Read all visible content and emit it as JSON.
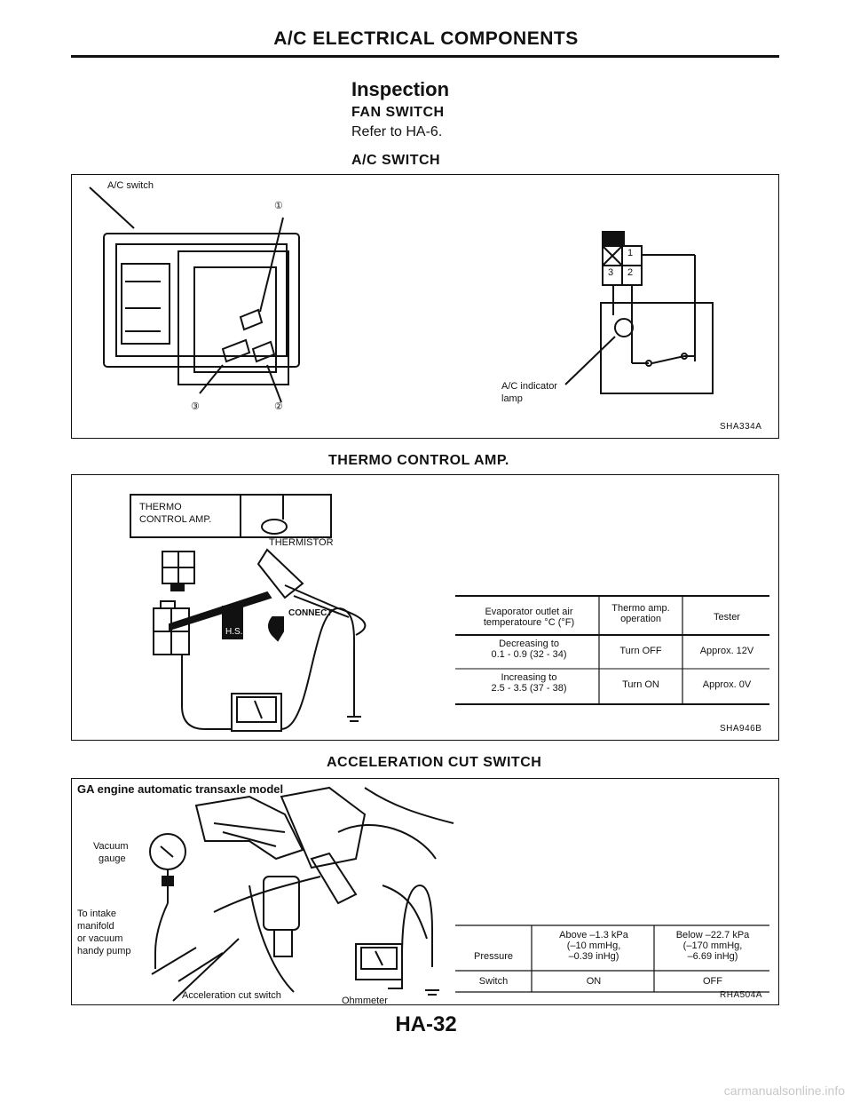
{
  "page": {
    "header": "A/C ELECTRICAL COMPONENTS",
    "section_title": "Inspection",
    "fan_switch": {
      "title": "FAN SWITCH",
      "text": "Refer to HA-6."
    },
    "ac_switch": {
      "title": "A/C SWITCH",
      "label_switch": "A/C switch",
      "pin1": "①",
      "pin2": "②",
      "pin3": "③",
      "conn1": "1",
      "conn2": "2",
      "conn3": "3",
      "label_indicator": "A/C indicator",
      "label_lamp": "lamp",
      "code": "SHA334A"
    },
    "thermo": {
      "title": "THERMO CONTROL AMP.",
      "label_amp_1": "THERMO",
      "label_amp_2": "CONTROL AMP.",
      "label_thermistor": "THERMISTOR",
      "connect": "CONNECT",
      "hs": "H.S.",
      "table": {
        "h1": "Evaporator outlet air",
        "h1b": "temperatoure °C (°F)",
        "h2": "Thermo amp.",
        "h2b": "operation",
        "h3": "Tester",
        "r1c1": "Decreasing to",
        "r1c1b": "0.1 - 0.9 (32 - 34)",
        "r1c2": "Turn OFF",
        "r1c3": "Approx. 12V",
        "r2c1": "Increasing to",
        "r2c1b": "2.5 - 3.5 (37 - 38)",
        "r2c2": "Turn ON",
        "r2c3": "Approx. 0V"
      },
      "code": "SHA946B"
    },
    "accel": {
      "title": "ACCELERATION CUT SWITCH",
      "model": "GA engine automatic transaxle model",
      "label_vacuum": "Vacuum",
      "label_gauge": "gauge",
      "label_intake_1": "To intake",
      "label_intake_2": "manifold",
      "label_intake_3": "or vacuum",
      "label_intake_4": "handy pump",
      "label_cutswitch": "Acceleration cut switch",
      "label_ohmmeter": "Ohmmeter",
      "table": {
        "pressure": "Pressure",
        "p1a": "Above –1.3 kPa",
        "p1b": "(–10 mmHg,",
        "p1c": "–0.39 inHg)",
        "p2a": "Below –22.7 kPa",
        "p2b": "(–170 mmHg,",
        "p2c": "–6.69 inHg)",
        "switch": "Switch",
        "on": "ON",
        "off": "OFF"
      },
      "code": "RHA504A"
    },
    "footer": "HA-32",
    "watermark": "carmanualsonline.info"
  }
}
